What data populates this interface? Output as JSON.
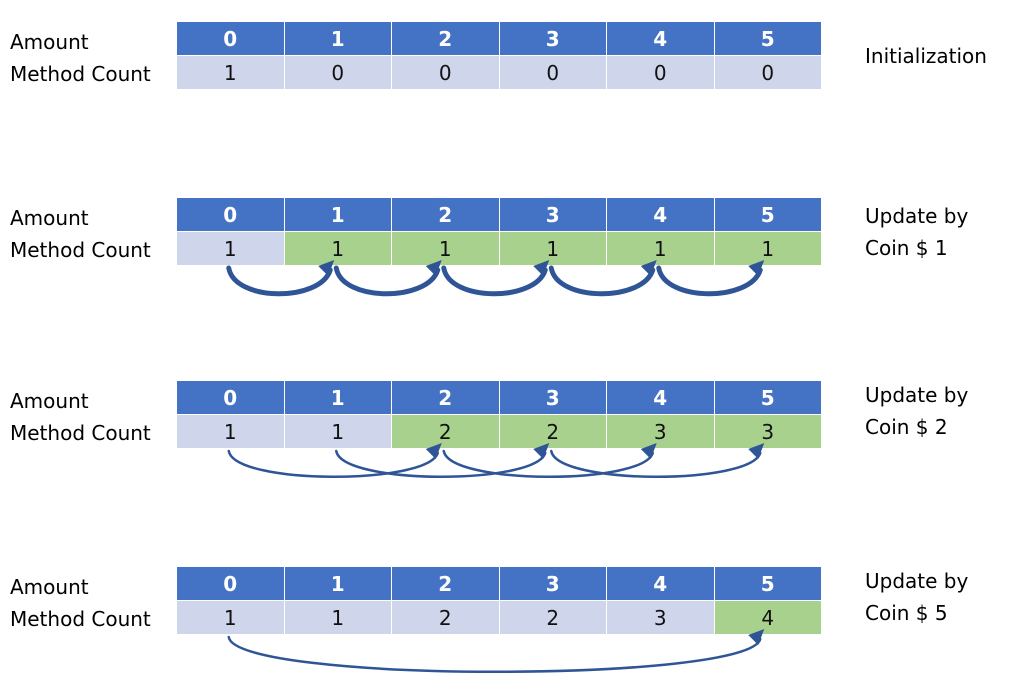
{
  "row_labels": {
    "amount": "Amount",
    "method_count": "Method Count"
  },
  "amounts": [
    "0",
    "1",
    "2",
    "3",
    "4",
    "5"
  ],
  "stages": [
    {
      "note_line1": "Initialization",
      "note_line2": "",
      "counts": [
        "1",
        "0",
        "0",
        "0",
        "0",
        "0"
      ],
      "highlight": [
        false,
        false,
        false,
        false,
        false,
        false
      ],
      "coin": 0
    },
    {
      "note_line1": "Update by",
      "note_line2": "Coin $ 1",
      "counts": [
        "1",
        "1",
        "1",
        "1",
        "1",
        "1"
      ],
      "highlight": [
        false,
        true,
        true,
        true,
        true,
        true
      ],
      "coin": 1
    },
    {
      "note_line1": "Update by",
      "note_line2": "Coin $ 2",
      "counts": [
        "1",
        "1",
        "2",
        "2",
        "3",
        "3"
      ],
      "highlight": [
        false,
        false,
        true,
        true,
        true,
        true
      ],
      "coin": 2
    },
    {
      "note_line1": "Update by",
      "note_line2": "Coin $ 5",
      "counts": [
        "1",
        "1",
        "2",
        "2",
        "3",
        "4"
      ],
      "highlight": [
        false,
        false,
        false,
        false,
        false,
        true
      ],
      "coin": 5
    }
  ],
  "colors": {
    "header": "#4472c4",
    "value": "#cfd5ea",
    "updated": "#a9d18e",
    "arrow": "#2f5597"
  }
}
